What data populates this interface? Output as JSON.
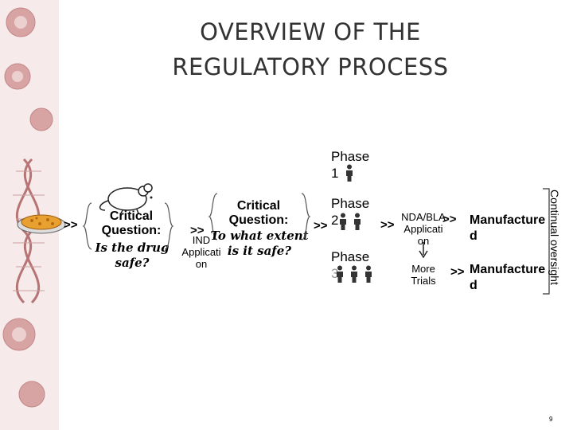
{
  "title": {
    "line1": "OVERVIEW OF THE",
    "line2": "REGULATORY PROCESS"
  },
  "arrow_glyph": ">>",
  "preclinical": {
    "critical_q_line1": "Critical",
    "critical_q_line2": "Question:",
    "question_line1": "Is the drug",
    "question_line2": "safe?"
  },
  "ind": {
    "line1": "IND",
    "line2": "Applicati",
    "line3": "on"
  },
  "clinical": {
    "critical_q_line1": "Critical",
    "critical_q_line2": "Question:",
    "question_line1": "To what extent",
    "question_line2": "is it safe?"
  },
  "phases": [
    {
      "label": "Phase",
      "num": "1"
    },
    {
      "label": "Phase",
      "num": "2"
    },
    {
      "label": "Phase",
      "num": "3"
    }
  ],
  "nda": {
    "line1": "NDA/BLA",
    "line2": "Applicati",
    "line3": "on"
  },
  "more_trials": {
    "line1": "More",
    "line2": "Trials"
  },
  "outcomes": [
    {
      "line1": "Manufacture",
      "line2": "d"
    },
    {
      "line1": "Manufacture",
      "line2": "d"
    }
  ],
  "side_label": "Continual oversight",
  "page_number": "9",
  "colors": {
    "title": "#333333",
    "strip": "#c98a8a",
    "dish": "#e8a030"
  },
  "icons": {
    "strip": "virus-dna-strip-icon",
    "dish": "petri-dish-icon",
    "mouse": "mouse-icon",
    "person": "person-icon",
    "down": "down-arrow-icon"
  }
}
